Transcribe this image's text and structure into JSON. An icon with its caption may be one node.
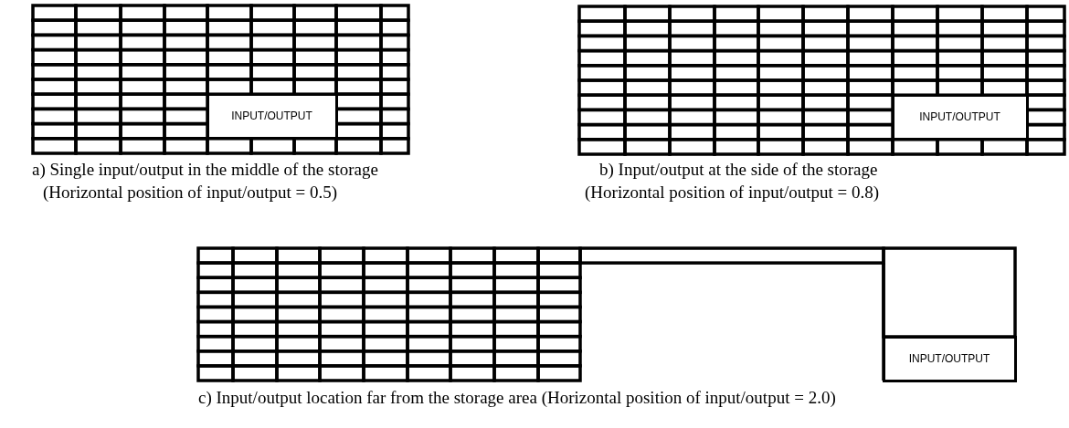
{
  "diagram": {
    "nodes": [
      {
        "text": [
          "INPUT/OUTPUT"
        ]
      },
      {
        "text": [
          "INPUT/OUTPUT"
        ]
      },
      {
        "text": [
          "INPUT/OUTPUT"
        ]
      }
    ],
    "labels": [
      "a) Single input/output in the middle of the storage",
      "(Horizontal position of input/output = 0.5)",
      "b) Input/output at the side of the storage",
      "(Horizontal position of input/output = 0.8)",
      "c) Input/output location far from the storage area (Horizontal position of input/output = 2.0)"
    ]
  }
}
